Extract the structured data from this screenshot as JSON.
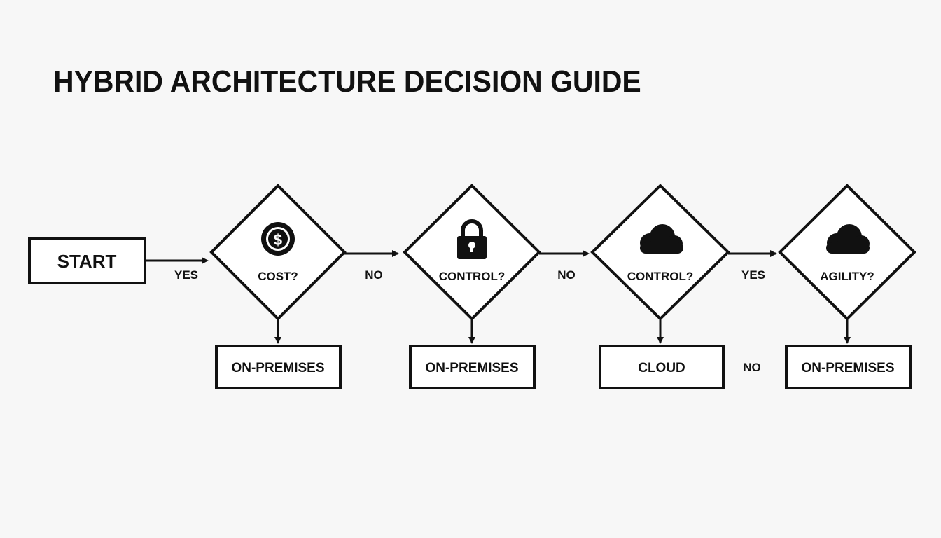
{
  "title": "HYBRID ARCHITECTURE DECISION GUIDE",
  "colors": {
    "ink": "#111111",
    "background": "#f7f7f7",
    "fill": "#ffffff"
  },
  "start": {
    "label": "START"
  },
  "decisions": [
    {
      "label": "COST?",
      "icon": "dollar-coin-icon"
    },
    {
      "label": "CONTROL?",
      "icon": "padlock-icon"
    },
    {
      "label": "CONTROL?",
      "icon": "cloud-icon"
    },
    {
      "label": "AGILITY?",
      "icon": "cloud-icon"
    }
  ],
  "outcomes": [
    {
      "label": "ON-PREMISES"
    },
    {
      "label": "ON-PREMISES"
    },
    {
      "label": "CLOUD"
    },
    {
      "label": "ON-PREMISES"
    }
  ],
  "edge_labels": {
    "start_to_cost": "YES",
    "cost_to_control": "NO",
    "control_to_control": "NO",
    "control_to_agility": "YES",
    "cloud_side": "NO"
  }
}
